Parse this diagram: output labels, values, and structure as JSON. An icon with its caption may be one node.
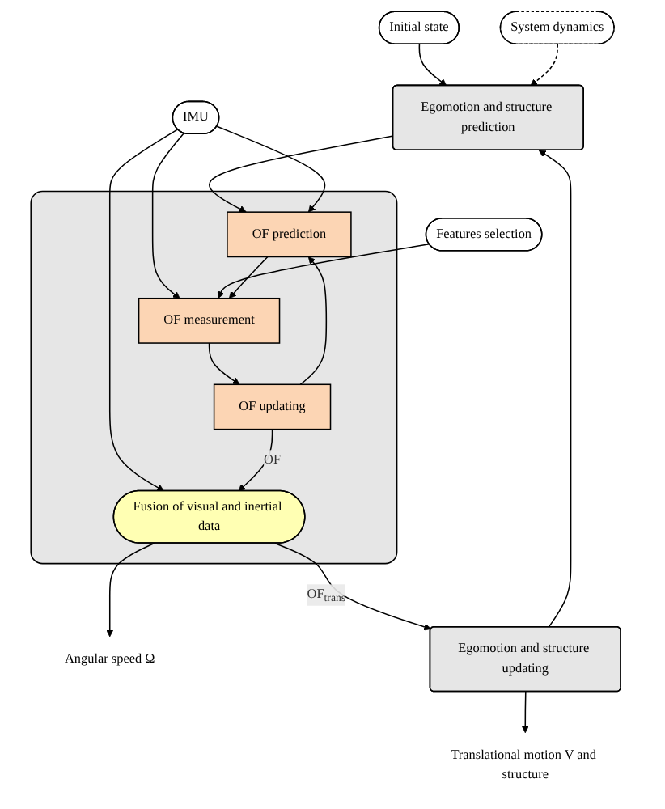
{
  "diagram": {
    "nodes": [
      {
        "text": [
          "Initial state"
        ]
      },
      {
        "text": [
          "System dynamics"
        ]
      },
      {
        "text": [
          "Egomotion and structure prediction"
        ]
      },
      {
        "text": [],
        "shape": "box"
      },
      {
        "text": [
          "OF prediction"
        ],
        "in": 3
      },
      {
        "text": [
          "IMU"
        ]
      },
      {
        "text": [
          "OF measurement"
        ],
        "in": 3
      },
      {
        "text": [
          "Features selection"
        ]
      },
      {
        "text": [
          "OF updating"
        ],
        "in": 3
      },
      {
        "text": [
          "Fusion of visual and inertial data"
        ],
        "in": 3
      },
      {
        "text": [
          "Angular speed Ω"
        ]
      },
      {
        "text": [
          "Egomotion and structure updating"
        ]
      },
      {
        "text": [
          "Translational motion V and structure"
        ]
      }
    ],
    "edges": [
      {
        "from": 0,
        "to": 2,
        "arrow": "to"
      },
      {
        "from": 1,
        "to": 2,
        "arrow": "to",
        "style": "dashed"
      },
      {
        "from": 2,
        "to": 4,
        "arrow": "to"
      },
      {
        "from": 5,
        "to": 6,
        "arrow": "to"
      },
      {
        "from": 5,
        "to": 4,
        "arrow": "to"
      },
      {
        "from": 5,
        "to": 9,
        "arrow": "to"
      },
      {
        "from": 7,
        "to": 6,
        "arrow": "to"
      },
      {
        "from": 4,
        "to": 6,
        "arrow": "to"
      },
      {
        "from": 6,
        "to": 8,
        "arrow": "to"
      },
      {
        "from": 8,
        "to": 9,
        "arrow": "to",
        "label": "OF"
      },
      {
        "from": 8,
        "to": 4,
        "arrow": "to"
      },
      {
        "from": 9,
        "to": 10,
        "arrow": "to"
      },
      {
        "from": 9,
        "to": 11,
        "arrow": "to",
        "label": "OF$_{trans}$"
      },
      {
        "from": 11,
        "to": 12,
        "arrow": "to"
      },
      {
        "from": 11,
        "to": 2,
        "arrow": "to"
      }
    ]
  }
}
